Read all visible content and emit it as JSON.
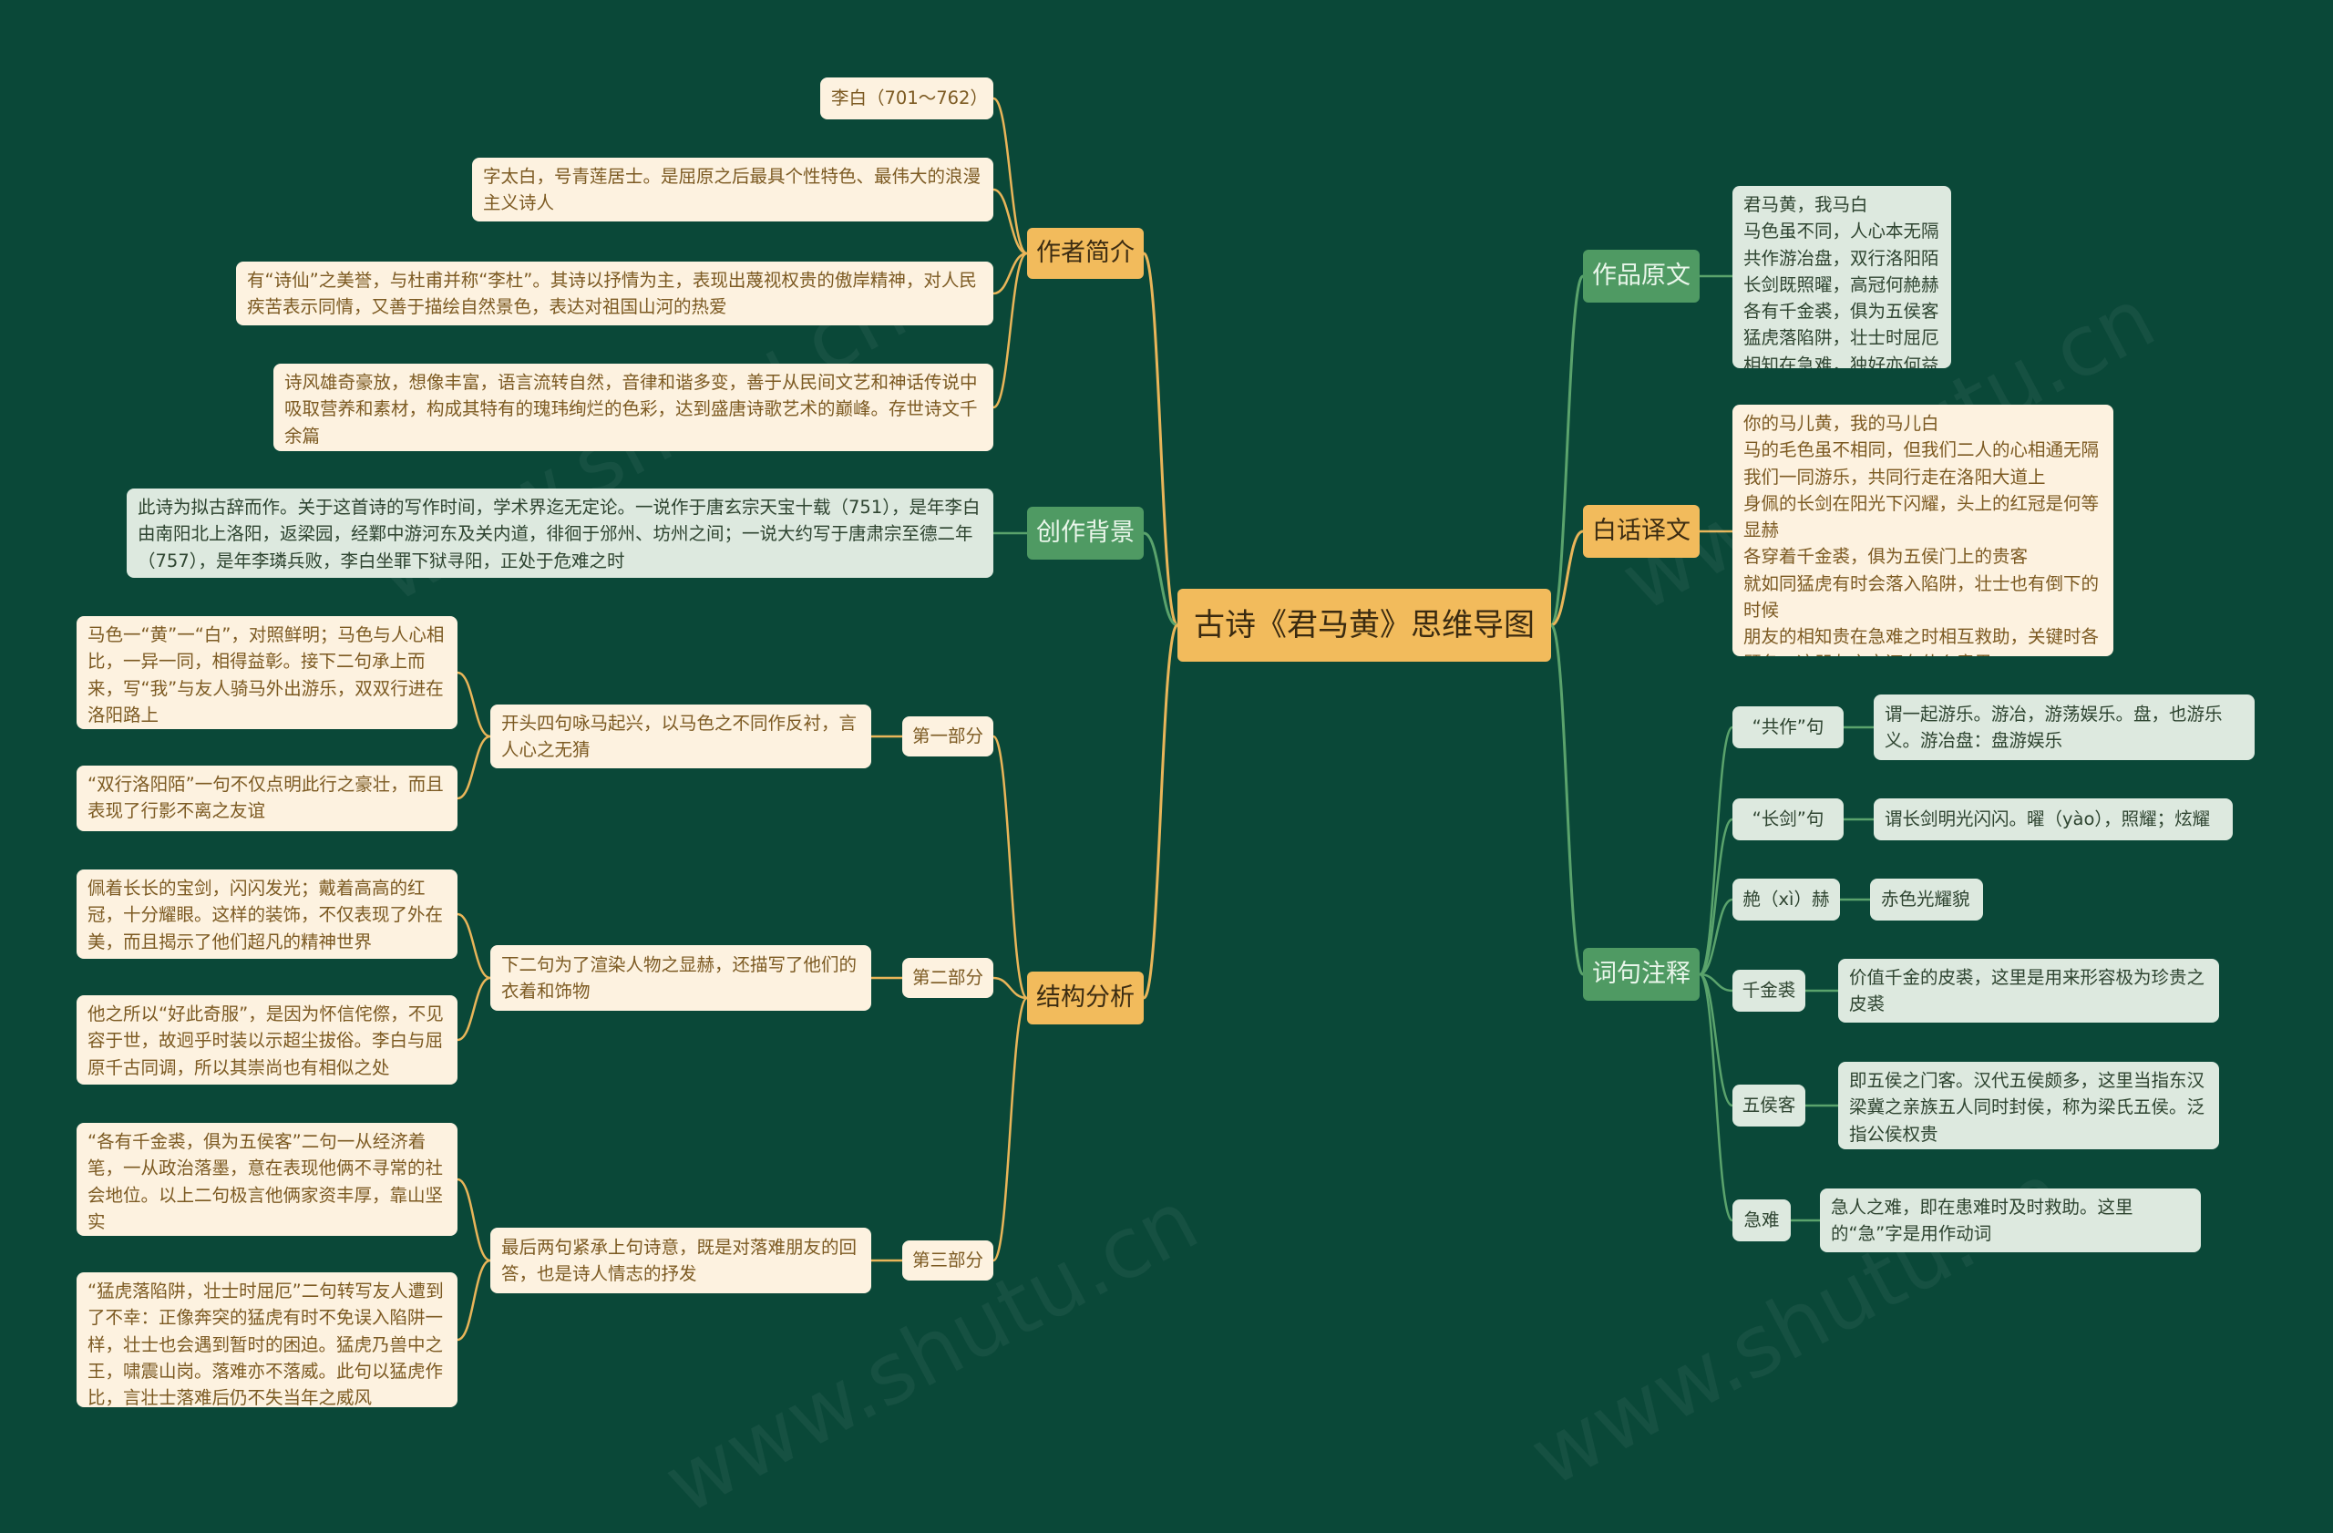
{
  "root": {
    "label": "古诗《君马黄》思维导图"
  },
  "colors": {
    "background": "#0a4838",
    "orange_branch": "#f2bb5c",
    "green_branch": "#4f9a63",
    "link_orange": "#e9b559",
    "link_green": "#5aa36c"
  },
  "author": {
    "label": "作者简介",
    "items": [
      "李白（701～762）",
      "字太白，号青莲居士。是屈原之后最具个性特色、最伟大的浪漫主义诗人",
      "有“诗仙”之美誉，与杜甫并称“李杜”。其诗以抒情为主，表现出蔑视权贵的傲岸精神，对人民疾苦表示同情，又善于描绘自然景色，表达对祖国山河的热爱",
      "诗风雄奇豪放，想像丰富，语言流转自然，音律和谐多变，善于从民间文艺和神话传说中吸取营养和素材，构成其特有的瑰玮绚烂的色彩，达到盛唐诗歌艺术的巅峰。存世诗文千余篇"
    ]
  },
  "background_info": {
    "label": "创作背景",
    "text": "此诗为拟古辞而作。关于这首诗的写作时间，学术界迄无定论。一说作于唐玄宗天宝十载（751），是年李白由南阳北上洛阳，返梁园，经鄴中游河东及关内道，徘徊于邠州、坊州之间；一说大约写于唐肃宗至德二年（757），是年李璘兵败，李白坐罪下狱寻阳，正处于危难之时"
  },
  "structure": {
    "label": "结构分析",
    "parts": [
      {
        "label": "第一部分",
        "summary": "开头四句咏马起兴，以马色之不同作反衬，言人心之无猜",
        "details": [
          "马色一“黄”一“白”，对照鲜明；马色与人心相比，一异一同，相得益彰。接下二句承上而来，写“我”与友人骑马外出游乐，双双行进在洛阳路上",
          "“双行洛阳陌”一句不仅点明此行之豪壮，而且表现了行影不离之友谊"
        ]
      },
      {
        "label": "第二部分",
        "summary": "下二句为了渲染人物之显赫，还描写了他们的衣着和饰物",
        "details": [
          "佩着长长的宝剑，闪闪发光；戴着高高的红冠，十分耀眼。这样的装饰，不仅表现了外在美，而且揭示了他们超凡的精神世界",
          "他之所以“好此奇服”，是因为怀信侘傺，不见容于世，故迥乎时装以示超尘拔俗。李白与屈原千古同调，所以其崇尚也有相似之处"
        ]
      },
      {
        "label": "第三部分",
        "summary": "最后两句紧承上句诗意，既是对落难朋友的回答，也是诗人情志的抒发",
        "details": [
          "“各有千金裘，俱为五侯客”二句一从经济着笔，一从政治落墨，意在表现他俩不寻常的社会地位。以上二句极言他俩家资丰厚，靠山坚实",
          "“猛虎落陷阱，壮士时屈厄”二句转写友人遭到了不幸：正像奔突的猛虎有时不免误入陷阱一样，壮士也会遇到暂时的困迫。猛虎乃兽中之王，啸震山岗。落难亦不落威。此句以猛虎作比，言壮士落难后仍不失当年之威风"
        ]
      }
    ]
  },
  "original": {
    "label": "作品原文",
    "text": "君马黄，我马白\n马色虽不同，人心本无隔\n共作游冶盘，双行洛阳陌\n长剑既照曜，高冠何赩赫\n各有千金裘，俱为五侯客\n猛虎落陷阱，壮士时屈厄\n相知在急难，独好亦何益"
  },
  "translation": {
    "label": "白话译文",
    "text": "你的马儿黄，我的马儿白\n马的毛色虽不相同，但我们二人的心相通无隔\n我们一同游乐，共同行走在洛阳大道上\n身佩的长剑在阳光下闪耀，头上的红冠是何等显赫\n各穿着千金裘，俱为五侯门上的贵客\n就如同猛虎有时会落入陷阱，壮士也有倒下的时候\n朋友的相知贵在急难之时相互救助，关键时各顾各，这朋友之交还有什么意思"
  },
  "notes": {
    "label": "词句注释",
    "items": [
      {
        "term": "“共作”句",
        "text": "谓一起游乐。游冶，游荡娱乐。盘，也游乐义。游冶盘：盘游娱乐"
      },
      {
        "term": "“长剑”句",
        "text": "谓长剑明光闪闪。曜（yào），照耀；炫耀"
      },
      {
        "term": "赩（xì）赫",
        "text": "赤色光耀貌"
      },
      {
        "term": "千金裘",
        "text": "价值千金的皮裘，这里是用来形容极为珍贵之皮裘"
      },
      {
        "term": "五侯客",
        "text": "即五侯之门客。汉代五侯颇多，这里当指东汉梁冀之亲族五人同时封侯，称为梁氏五侯。泛指公侯权贵"
      },
      {
        "term": "急难",
        "text": "急人之难，即在患难时及时救助。这里的“急”字是用作动词"
      }
    ]
  },
  "watermark": "www.shutu.cn"
}
